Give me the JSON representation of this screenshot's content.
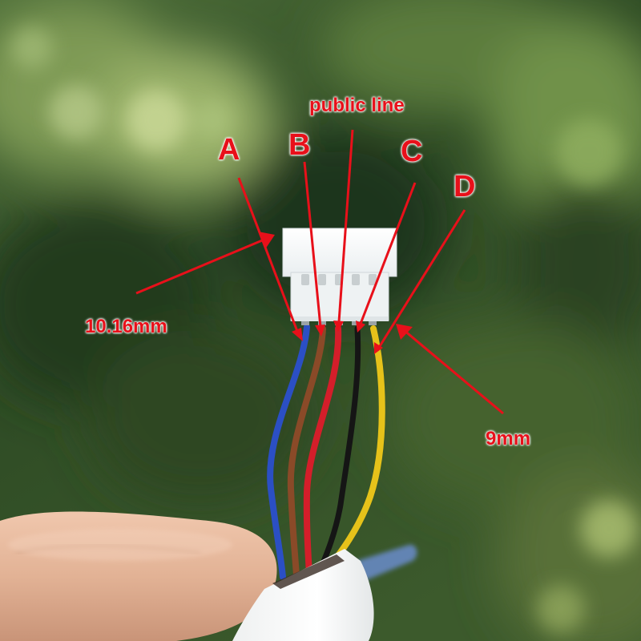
{
  "labels": {
    "a": "A",
    "b": "B",
    "c": "C",
    "d": "D",
    "public_line": "public line",
    "connector_width": "10.16mm",
    "pin_pitch": "9mm"
  },
  "wires": [
    "blue",
    "brown",
    "red",
    "black",
    "yellow"
  ],
  "colors": {
    "annotation": "#e8101a",
    "wire_blue": "#2b4fc4",
    "wire_brown": "#8a4a28",
    "wire_red": "#d41e2a",
    "wire_black": "#151515",
    "wire_yellow": "#e6c21a"
  }
}
